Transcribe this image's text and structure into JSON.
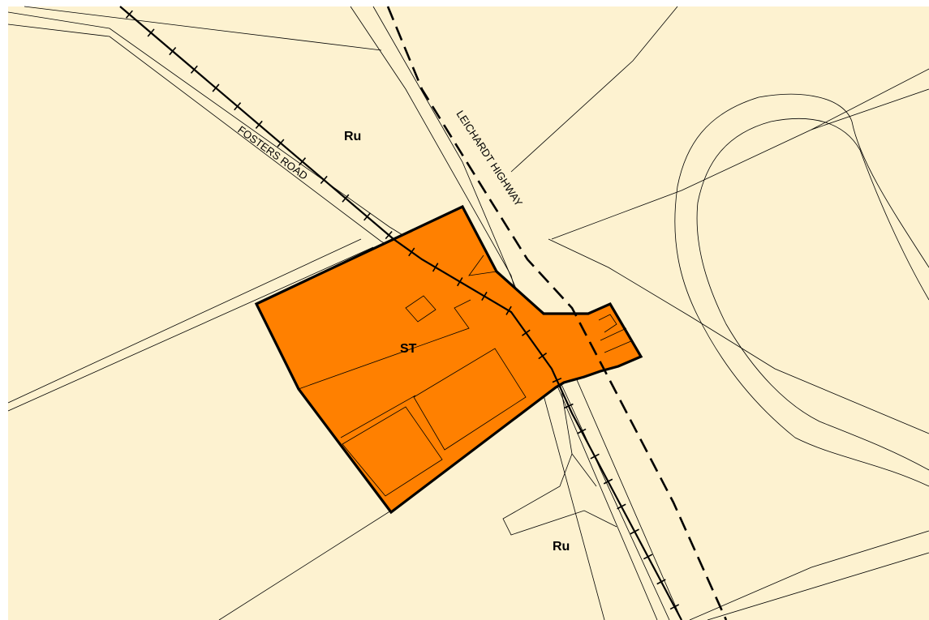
{
  "map": {
    "zone_labels": {
      "rural_north": "Ru",
      "special": "ST",
      "rural_south": "Ru"
    },
    "road_labels": {
      "fosters": "FOSTERS ROAD",
      "leichardt": "LEICHARDT HIGHWAY"
    },
    "colors": {
      "rural_fill": "#fdf2d0",
      "special_fill": "#ff8000",
      "line": "#000000"
    }
  }
}
